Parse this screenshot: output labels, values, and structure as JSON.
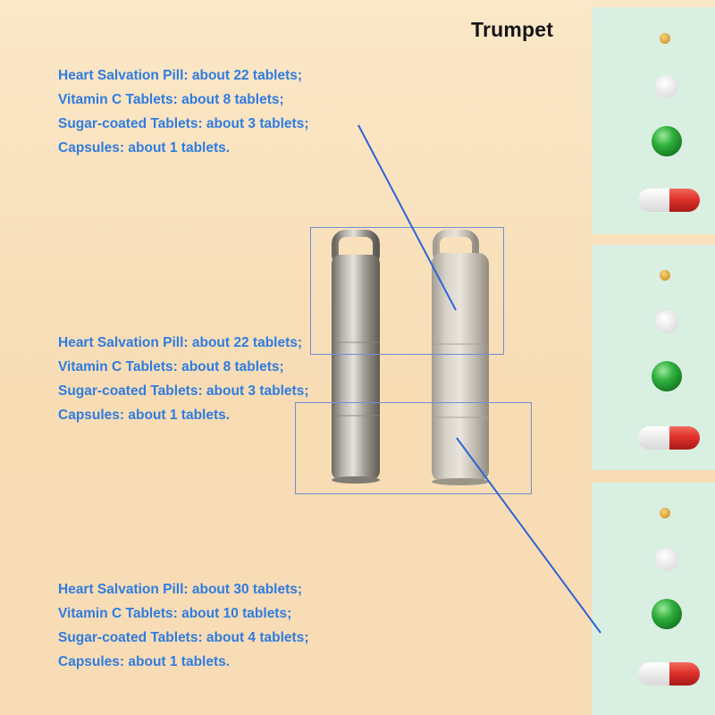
{
  "title": "Trumpet",
  "blocks": [
    {
      "lines": [
        "Heart Salvation Pill: about 22 tablets;",
        "Vitamin C Tablets: about 8 tablets;",
        "Sugar-coated Tablets: about 3 tablets;",
        "Capsules: about 1 tablets."
      ]
    },
    {
      "lines": [
        "Heart Salvation Pill: about 22 tablets;",
        "Vitamin C Tablets: about 8 tablets;",
        "Sugar-coated Tablets: about 3 tablets;",
        "Capsules: about 1 tablets."
      ]
    },
    {
      "lines": [
        "Heart Salvation Pill: about 30 tablets;",
        "Vitamin C Tablets: about 10 tablets;",
        "Sugar-coated Tablets: about 4 tablets;",
        "Capsules: about 1 tablets."
      ]
    }
  ],
  "colors": {
    "text_blue": "#2f7ce0",
    "panel_mint": "#d9efe2",
    "pointer_line": "#2d63d8",
    "capsule_red": "#e0322b",
    "tablet_green": "#2fae3c",
    "pill_gold": "#e3b04a"
  },
  "icons": [
    "heart-salvation-pill-icon",
    "vitamin-c-tablet-icon",
    "sugar-coated-tablet-icon",
    "capsule-icon",
    "pill-container-icon"
  ]
}
